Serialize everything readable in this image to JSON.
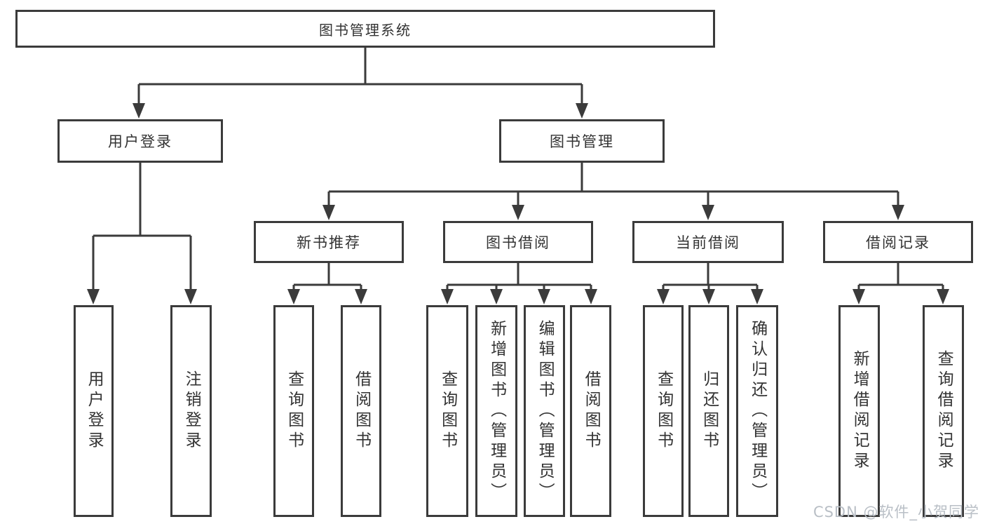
{
  "tree": {
    "root": {
      "label": "图书管理系统",
      "children": [
        {
          "label": "用户登录",
          "children": [
            {
              "label": "用户登录"
            },
            {
              "label": "注销登录"
            }
          ]
        },
        {
          "label": "图书管理",
          "children": [
            {
              "label": "新书推荐",
              "children": [
                {
                  "label": "查询图书"
                },
                {
                  "label": "借阅图书"
                }
              ]
            },
            {
              "label": "图书借阅",
              "children": [
                {
                  "label": "查询图书"
                },
                {
                  "label": "新增图书（管理员）"
                },
                {
                  "label": "编辑图书（管理员）"
                },
                {
                  "label": "借阅图书"
                }
              ]
            },
            {
              "label": "当前借阅",
              "children": [
                {
                  "label": "查询图书"
                },
                {
                  "label": "归还图书"
                },
                {
                  "label": "确认归还（管理员）"
                }
              ]
            },
            {
              "label": "借阅记录",
              "children": [
                {
                  "label": "新增借阅记录"
                },
                {
                  "label": "查询借阅记录"
                }
              ]
            }
          ]
        }
      ]
    }
  },
  "watermark": {
    "text": "CSDN @软件_小贺同学"
  },
  "colors": {
    "line": "#3b3b3b",
    "text": "#333333",
    "background": "#ffffff",
    "watermark": "#b9bfc6"
  }
}
